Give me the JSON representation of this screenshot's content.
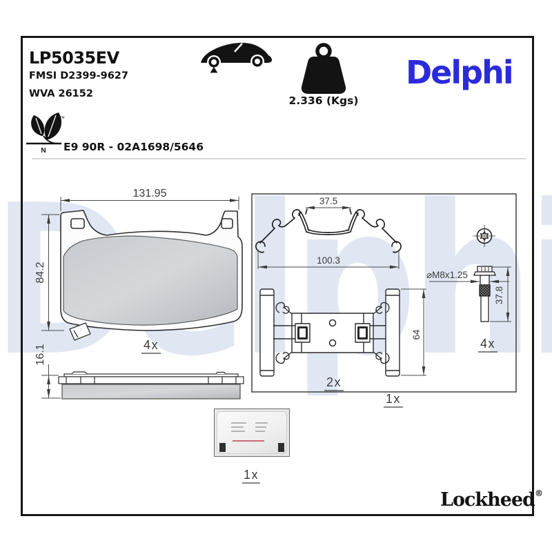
{
  "colors": {
    "brand_blue": "#2B2BDB",
    "watermark_blue": "#E0E7F3",
    "line_black": "#161616",
    "friction_gray": "#C3C7CB"
  },
  "watermark": {
    "text": "Delphi"
  },
  "header": {
    "part_number": "LP5035EV",
    "fmsi": "FMSI D2399-9627",
    "wva": "WVA 26152",
    "eco_tm": "™",
    "eco_n": "N",
    "approval": "E9 90R - 02A1698/5646",
    "weight_label": "2.336 (Kgs)",
    "brand": "Delphi"
  },
  "footer": {
    "brand": "Lockheed",
    "reg": "®"
  },
  "pad_front": {
    "width": "131.95",
    "height": "84.2",
    "qty": "4x"
  },
  "pad_side": {
    "thickness": "16.1"
  },
  "clip": {
    "inner_width": "37.5",
    "outer_width": "100.3"
  },
  "bracket": {
    "height": "64",
    "qty": "2x"
  },
  "kit": {
    "qty": "1x"
  },
  "bolt": {
    "thread": "⌀M8x1.25",
    "length": "37.8",
    "qty": "4x"
  },
  "sachet": {
    "qty": "1x"
  }
}
